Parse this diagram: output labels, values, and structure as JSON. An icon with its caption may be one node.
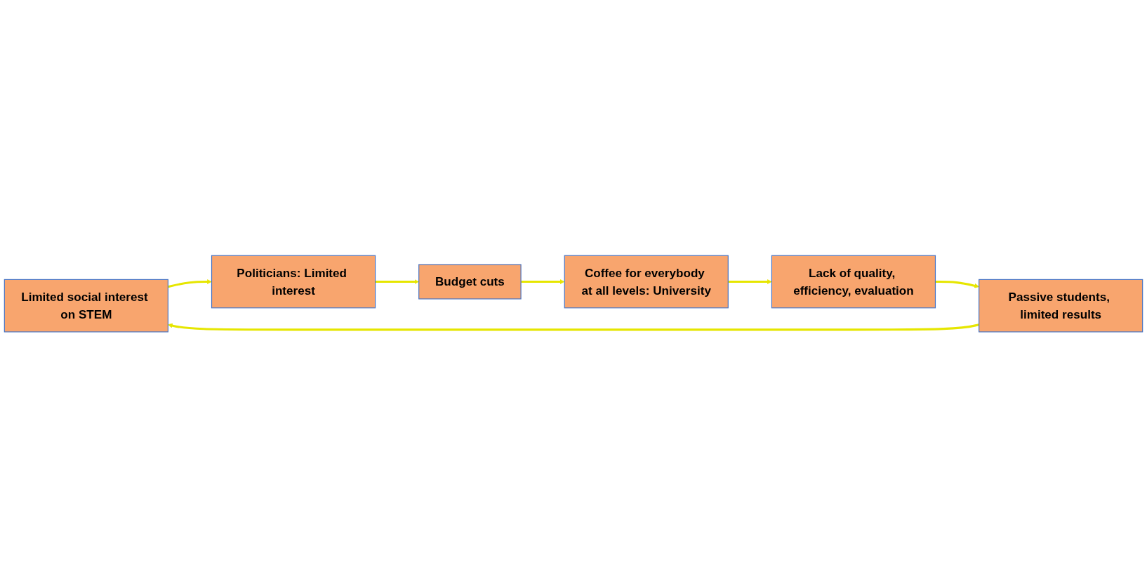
{
  "diagram": {
    "nodes": [
      {
        "text": [
          "Limited social interest on STEM"
        ]
      },
      {
        "text": [
          "Politicians: Limited interest"
        ]
      },
      {
        "text": [
          "Budget cuts"
        ]
      },
      {
        "text": [
          "Coffee for everybody at all levels: University"
        ]
      },
      {
        "text": [
          "Lack of quality, efficiency, evaluation"
        ]
      },
      {
        "text": [
          "Passive students, limited results"
        ]
      }
    ],
    "edges": [
      {
        "from": 0,
        "to": 1,
        "arrow": "to"
      },
      {
        "from": 1,
        "to": 2,
        "arrow": "to"
      },
      {
        "from": 2,
        "to": 3,
        "arrow": "to"
      },
      {
        "from": 3,
        "to": 4,
        "arrow": "to"
      },
      {
        "from": 4,
        "to": 5,
        "arrow": "to"
      },
      {
        "from": 5,
        "to": 0,
        "arrow": "to"
      }
    ]
  }
}
